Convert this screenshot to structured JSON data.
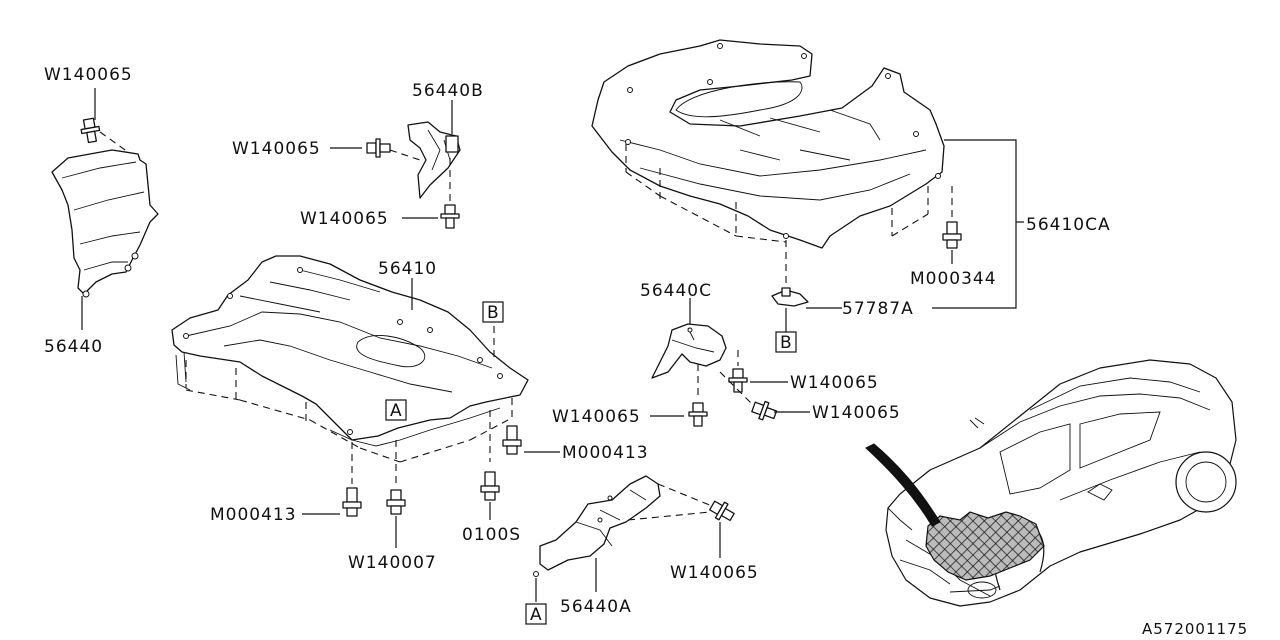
{
  "labels": {
    "w140065_tl": "W140065",
    "p56440": "56440",
    "p56440b": "56440B",
    "w140065_b_left": "W140065",
    "w140065_b_bottom": "W140065",
    "p56410": "56410",
    "ref_b_mid": "B",
    "ref_a_mid": "A",
    "m000413_right": "M000413",
    "m000413_left": "M000413",
    "w140007": "W140007",
    "p0100s": "0100S",
    "p56410ca": "56410CA",
    "m000344": "M000344",
    "p57787a": "57787A",
    "ref_b_right": "B",
    "p56440c": "56440C",
    "w140065_c1": "W140065",
    "w140065_c2": "W140065",
    "w140065_c3": "W140065",
    "w140065_a": "W140065",
    "p56440a": "56440A",
    "ref_a_bottom": "A",
    "diagram_id": "A572001175"
  },
  "icons": {
    "car": "car-outline-icon",
    "highlight": "undercover-highlight-icon"
  }
}
